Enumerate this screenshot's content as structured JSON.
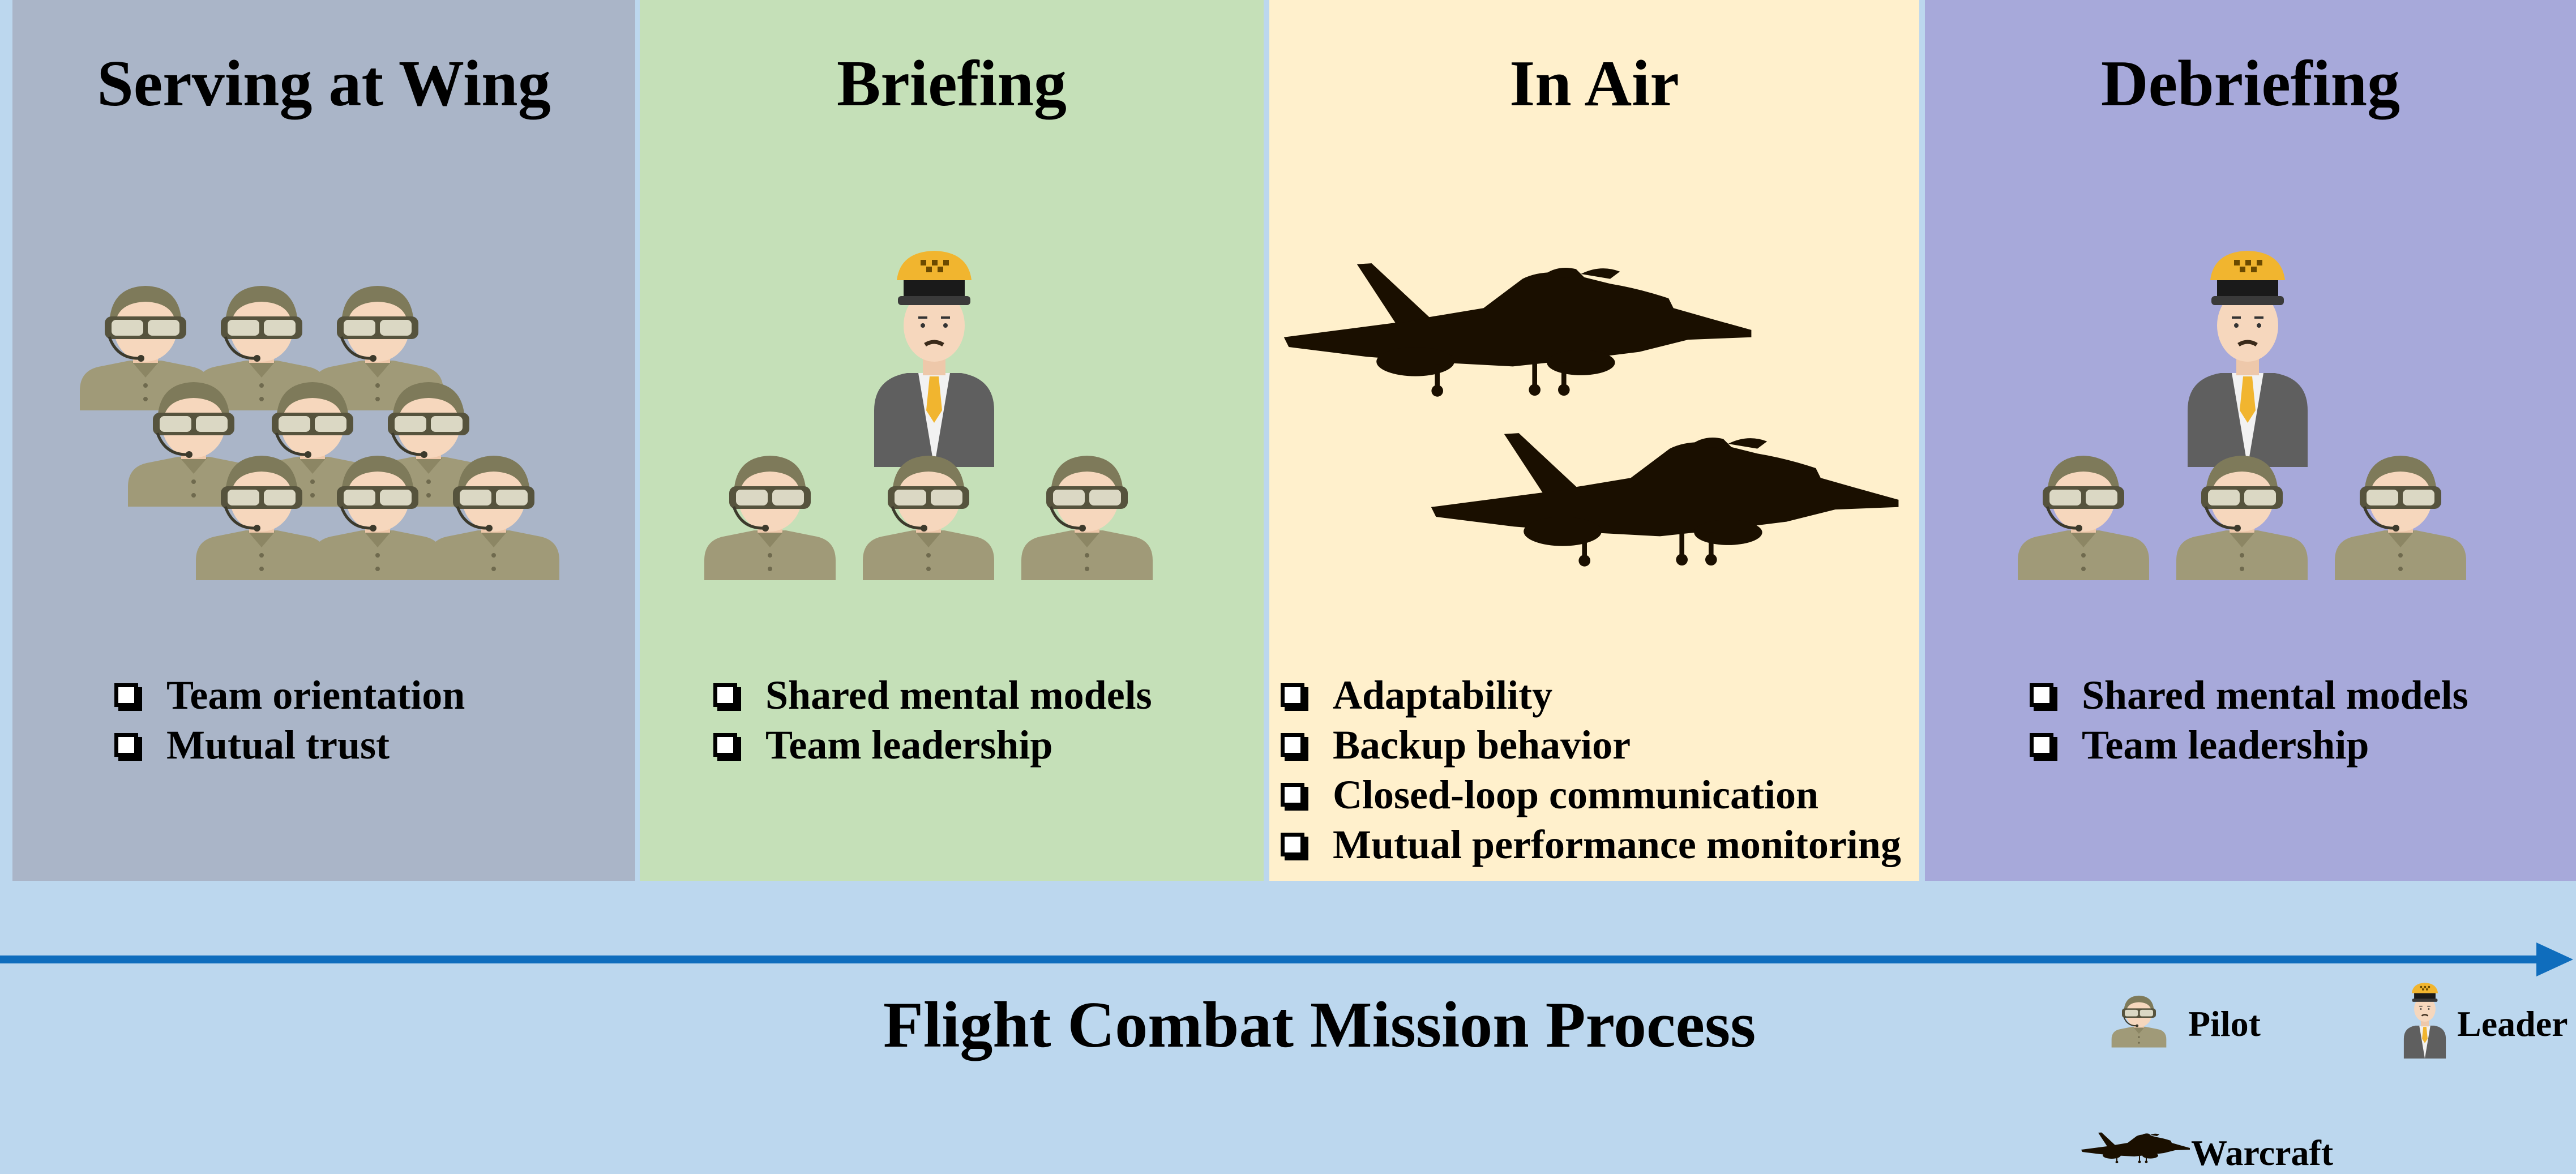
{
  "panels": [
    {
      "title": "Serving at Wing",
      "items": [
        "Team orientation",
        "Mutual trust"
      ],
      "color": "#aab5c8"
    },
    {
      "title": "Briefing",
      "items": [
        "Shared mental models",
        "Team leadership"
      ],
      "color": "#c5e0b8"
    },
    {
      "title": "In Air",
      "items": [
        "Adaptability",
        "Backup behavior",
        "Closed-loop communication",
        "Mutual performance monitoring"
      ],
      "color": "#fff0cc"
    },
    {
      "title": "Debriefing",
      "items": [
        "Shared mental models",
        "Team leadership"
      ],
      "color": "#a7a9da"
    }
  ],
  "timeline": {
    "label": "Flight Combat Mission Process",
    "arrow_color": "#0f6dbd"
  },
  "legend": {
    "pilot": "Pilot",
    "leader": "Leader",
    "warcraft": "Warcraft"
  },
  "colors": {
    "background": "#bcd7ee",
    "uniform": "#a09a78",
    "helmet": "#7e7a5a",
    "skin": "#f6d7bd",
    "silhouette": "#1a0f00",
    "cap_gold": "#f1b52f"
  },
  "icons": {
    "pilot": "pilot-icon",
    "leader": "leader-icon",
    "warcraft": "warcraft-icon"
  }
}
